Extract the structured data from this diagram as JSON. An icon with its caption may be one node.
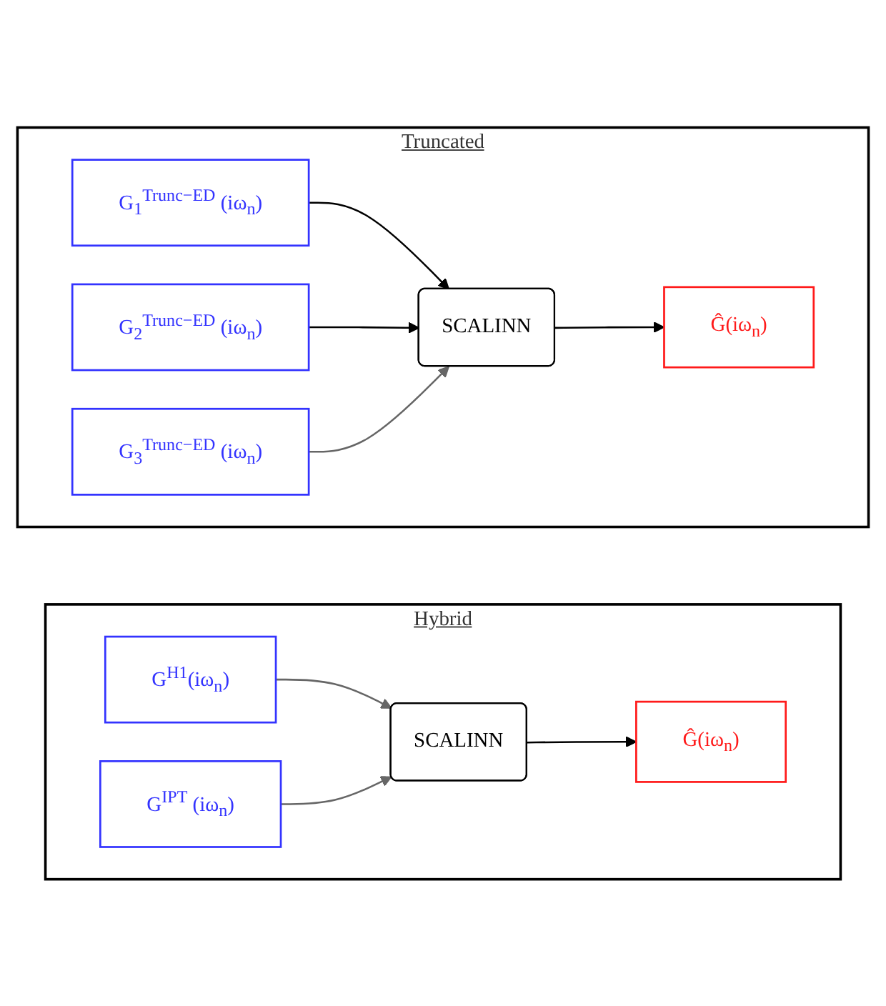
{
  "diagram": {
    "nodes": [
      {
        "text": [
          "Truncated"
        ]
      },
      {
        "text": [
          "G$_{1}$$^{Trunc−ED}$ (iω$_{n}$)"
        ],
        "in": 0
      },
      {
        "text": [
          "G$_{2}$$^{Trunc−ED}$ (iω$_{n}$)"
        ],
        "in": 0
      },
      {
        "text": [
          "G$_{3}$$^{Trunc−ED}$ (iω$_{n}$)"
        ],
        "in": 0
      },
      {
        "text": [
          "SCALINN"
        ],
        "in": 0
      },
      {
        "text": [
          "Ĝ(iω$_{n}$)"
        ],
        "in": 0
      },
      {
        "text": [
          "Hybrid"
        ]
      },
      {
        "text": [
          "G$^{H1}$(iω$_{n}$)"
        ],
        "in": 6
      },
      {
        "text": [
          "G$^{IPT}$ (iω$_{n}$)"
        ],
        "in": 6
      },
      {
        "text": [
          "SCALINN"
        ],
        "in": 6
      },
      {
        "text": [
          "Ĝ(iω$_{n}$)"
        ],
        "in": 6
      }
    ],
    "edges": [
      {
        "from": 1,
        "to": 4,
        "arrow": "to"
      },
      {
        "from": 2,
        "to": 4,
        "arrow": "to"
      },
      {
        "from": 3,
        "to": 4,
        "arrow": "to",
        "color": "#666666"
      },
      {
        "from": 4,
        "to": 5,
        "arrow": "to"
      },
      {
        "from": 7,
        "to": 9,
        "arrow": "to",
        "color": "#666666"
      },
      {
        "from": 8,
        "to": 9,
        "arrow": "to",
        "color": "#666666"
      },
      {
        "from": 9,
        "to": 10,
        "arrow": "to"
      }
    ]
  }
}
